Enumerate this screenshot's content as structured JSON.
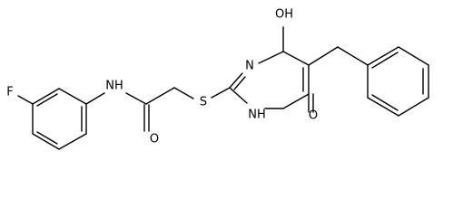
{
  "molecule": {
    "atoms": {
      "oh": "OH",
      "n_top": "N",
      "nh_ring": "NH",
      "o_ketone": "O",
      "s": "S",
      "o_amide": "O",
      "nh_amide": "NH",
      "f": "F"
    }
  }
}
